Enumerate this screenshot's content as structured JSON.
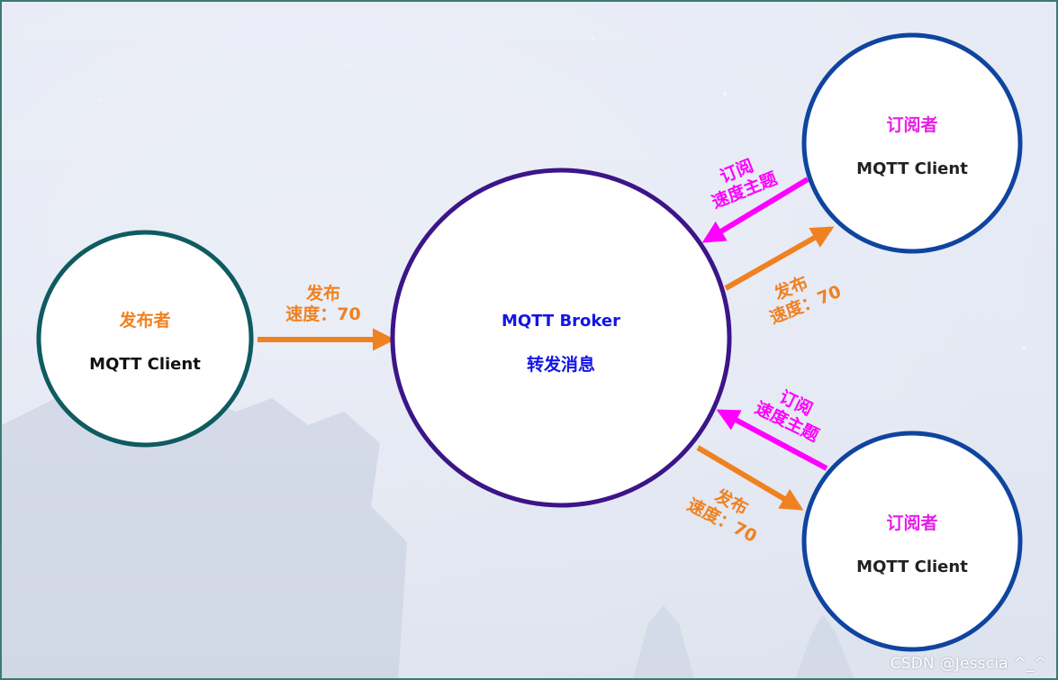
{
  "colors": {
    "publish_arrow": "#f08120",
    "subscribe_arrow": "#ff00ff",
    "publisher_border": "#0e5b60",
    "broker_border": "#3c1588",
    "subscriber_border": "#0f44a0",
    "broker_text": "#1414e6",
    "subscriber_title": "#e61ee6",
    "publisher_title": "#f08120",
    "client_text": "#222222"
  },
  "publisher": {
    "role": "发布者",
    "label": "MQTT Client"
  },
  "broker": {
    "label": "MQTT Broker",
    "action": "转发消息"
  },
  "subscriber_top": {
    "role": "订阅者",
    "label": "MQTT Client"
  },
  "subscriber_bottom": {
    "role": "订阅者",
    "label": "MQTT Client"
  },
  "edges": {
    "pub_to_broker": {
      "line1": "发布",
      "line2": "速度：70"
    },
    "broker_to_sub_top": {
      "line1": "发布",
      "line2": "速度：70"
    },
    "sub_top_to_broker": {
      "line1": "订阅",
      "line2": "速度主题"
    },
    "sub_bottom_to_broker": {
      "line1": "订阅",
      "line2": "速度主题"
    },
    "broker_to_sub_bottom": {
      "line1": "发布",
      "line2": "速度：70"
    }
  },
  "watermark": "CSDN @Jesscia ^_^"
}
